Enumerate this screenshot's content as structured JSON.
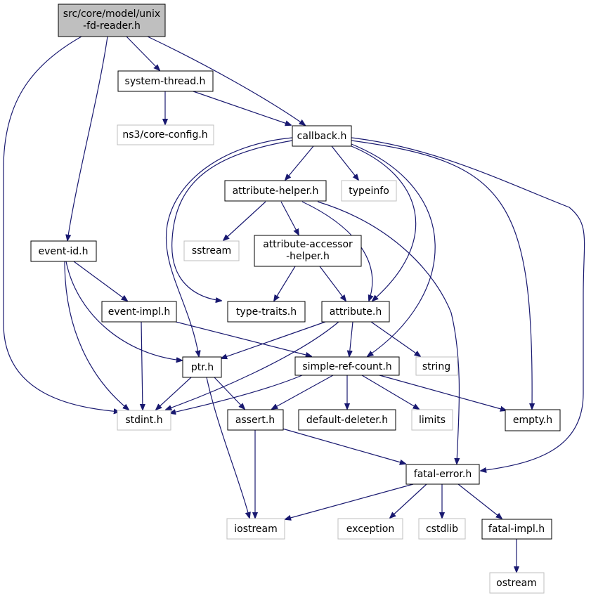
{
  "colors": {
    "edge": "#191970",
    "main_fill": "#bfbfbf",
    "node_border": "#000000",
    "system_border": "#bfbfbf"
  },
  "nodes": {
    "fd_reader": [
      "src/core/model/unix",
      "-fd-reader.h"
    ],
    "system_thread": [
      "system-thread.h"
    ],
    "core_config": [
      "ns3/core-config.h"
    ],
    "callback": [
      "callback.h"
    ],
    "attribute_helper": [
      "attribute-helper.h"
    ],
    "typeinfo": [
      "typeinfo"
    ],
    "event_id": [
      "event-id.h"
    ],
    "sstream": [
      "sstream"
    ],
    "attribute_accessor_helper": [
      "attribute-accessor",
      "-helper.h"
    ],
    "event_impl": [
      "event-impl.h"
    ],
    "type_traits": [
      "type-traits.h"
    ],
    "attribute": [
      "attribute.h"
    ],
    "ptr": [
      "ptr.h"
    ],
    "simple_ref_count": [
      "simple-ref-count.h"
    ],
    "string": [
      "string"
    ],
    "stdint": [
      "stdint.h"
    ],
    "assert": [
      "assert.h"
    ],
    "default_deleter": [
      "default-deleter.h"
    ],
    "limits": [
      "limits"
    ],
    "empty": [
      "empty.h"
    ],
    "fatal_error": [
      "fatal-error.h"
    ],
    "iostream": [
      "iostream"
    ],
    "exception": [
      "exception"
    ],
    "cstdlib": [
      "cstdlib"
    ],
    "fatal_impl": [
      "fatal-impl.h"
    ],
    "ostream": [
      "ostream"
    ]
  }
}
